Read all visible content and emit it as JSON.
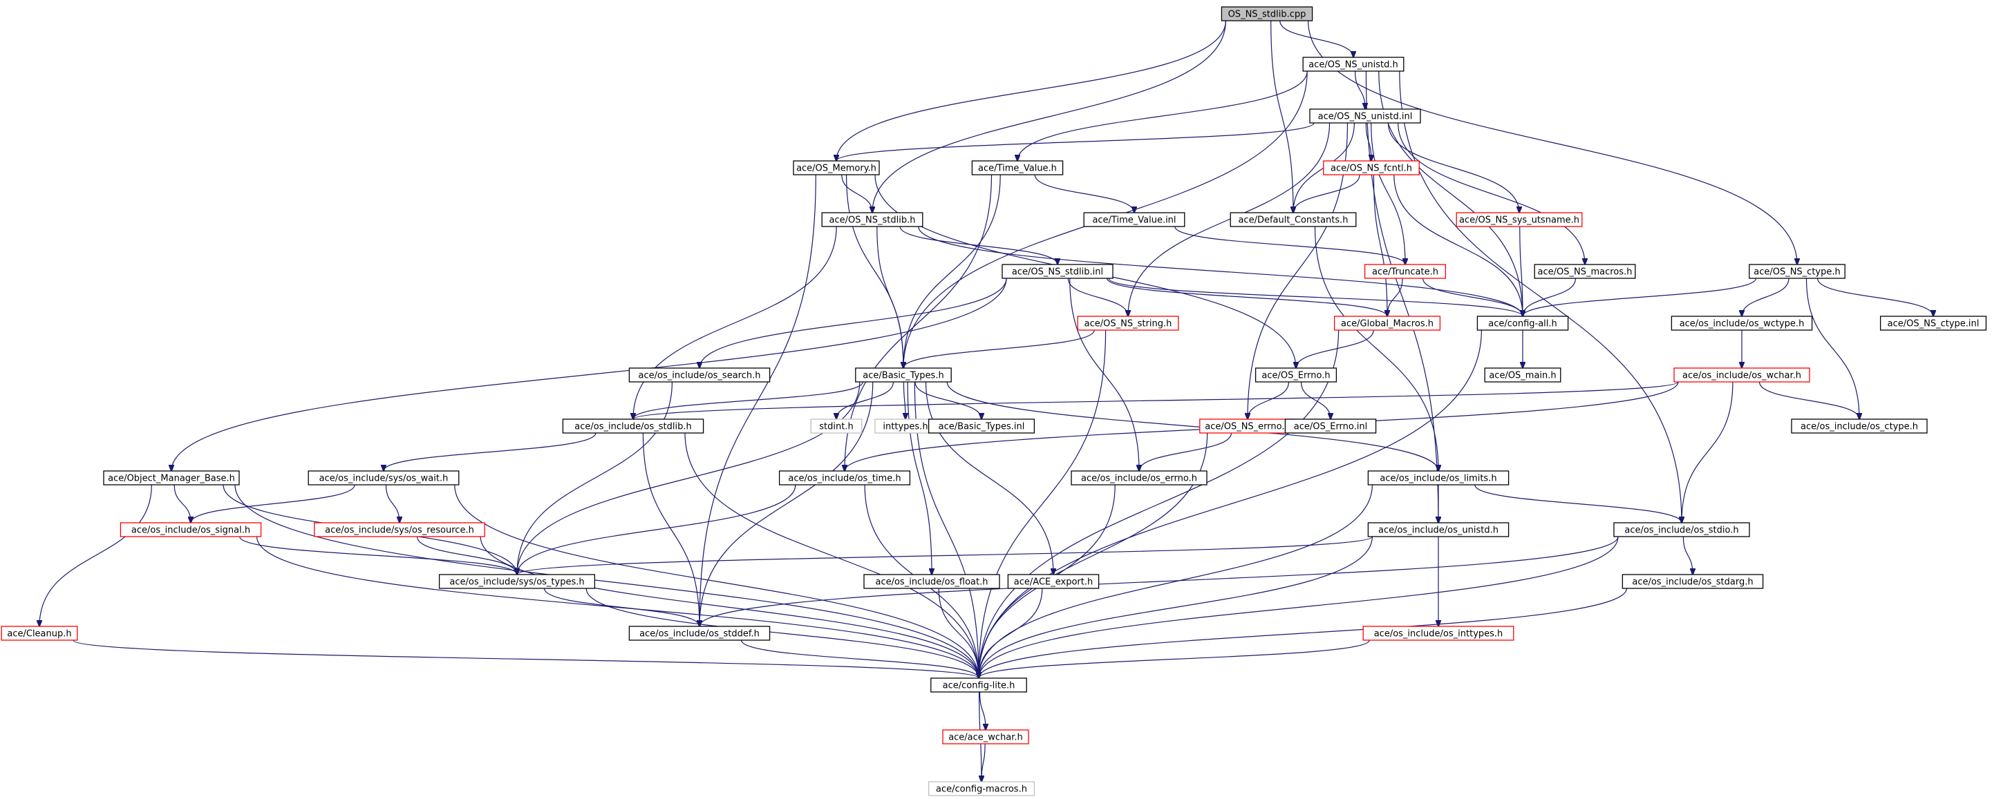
{
  "diagram": {
    "title": "",
    "nodes": [
      {
        "id": "os_ns_stdlib_cpp",
        "label": "OS_NS_stdlib.cpp",
        "style": "root"
      },
      {
        "id": "os_ns_unistd_h",
        "label": "ace/OS_NS_unistd.h",
        "style": "normal"
      },
      {
        "id": "os_ns_unistd_inl",
        "label": "ace/OS_NS_unistd.inl",
        "style": "normal"
      },
      {
        "id": "os_memory_h",
        "label": "ace/OS_Memory.h",
        "style": "normal"
      },
      {
        "id": "time_value_h",
        "label": "ace/Time_Value.h",
        "style": "normal"
      },
      {
        "id": "os_ns_fcntl_h",
        "label": "ace/OS_NS_fcntl.h",
        "style": "truncated"
      },
      {
        "id": "os_ns_stdlib_h",
        "label": "ace/OS_NS_stdlib.h",
        "style": "normal"
      },
      {
        "id": "time_value_inl",
        "label": "ace/Time_Value.inl",
        "style": "normal"
      },
      {
        "id": "default_constants_h",
        "label": "ace/Default_Constants.h",
        "style": "normal"
      },
      {
        "id": "os_ns_sys_utsname_h",
        "label": "ace/OS_NS_sys_utsname.h",
        "style": "truncated"
      },
      {
        "id": "os_ns_stdlib_inl",
        "label": "ace/OS_NS_stdlib.inl",
        "style": "normal"
      },
      {
        "id": "truncate_h",
        "label": "ace/Truncate.h",
        "style": "truncated"
      },
      {
        "id": "os_ns_macros_h",
        "label": "ace/OS_NS_macros.h",
        "style": "normal"
      },
      {
        "id": "os_ns_ctype_h",
        "label": "ace/OS_NS_ctype.h",
        "style": "normal"
      },
      {
        "id": "os_ns_string_h",
        "label": "ace/OS_NS_string.h",
        "style": "truncated"
      },
      {
        "id": "global_macros_h",
        "label": "ace/Global_Macros.h",
        "style": "truncated"
      },
      {
        "id": "config_all_h",
        "label": "ace/config-all.h",
        "style": "normal"
      },
      {
        "id": "os_include_os_wctype_h",
        "label": "ace/os_include/os_wctype.h",
        "style": "normal"
      },
      {
        "id": "os_ns_ctype_inl",
        "label": "ace/OS_NS_ctype.inl",
        "style": "normal"
      },
      {
        "id": "os_include_os_search_h",
        "label": "ace/os_include/os_search.h",
        "style": "normal"
      },
      {
        "id": "basic_types_h",
        "label": "ace/Basic_Types.h",
        "style": "normal"
      },
      {
        "id": "os_errno_h",
        "label": "ace/OS_Errno.h",
        "style": "normal"
      },
      {
        "id": "os_main_h",
        "label": "ace/OS_main.h",
        "style": "normal"
      },
      {
        "id": "os_include_os_wchar_h",
        "label": "ace/os_include/os_wchar.h",
        "style": "truncated"
      },
      {
        "id": "os_include_os_stdlib_h",
        "label": "ace/os_include/os_stdlib.h",
        "style": "normal"
      },
      {
        "id": "stdint_h",
        "label": "stdint.h",
        "style": "external"
      },
      {
        "id": "inttypes_h",
        "label": "inttypes.h",
        "style": "external"
      },
      {
        "id": "basic_types_inl",
        "label": "ace/Basic_Types.inl",
        "style": "normal"
      },
      {
        "id": "os_ns_errno_h",
        "label": "ace/OS_NS_errno.h",
        "style": "truncated"
      },
      {
        "id": "os_errno_inl",
        "label": "ace/OS_Errno.inl",
        "style": "normal"
      },
      {
        "id": "os_include_os_ctype_h",
        "label": "ace/os_include/os_ctype.h",
        "style": "normal"
      },
      {
        "id": "object_manager_base_h",
        "label": "ace/Object_Manager_Base.h",
        "style": "normal"
      },
      {
        "id": "os_include_sys_os_wait_h",
        "label": "ace/os_include/sys/os_wait.h",
        "style": "normal"
      },
      {
        "id": "os_include_os_time_h",
        "label": "ace/os_include/os_time.h",
        "style": "normal"
      },
      {
        "id": "os_include_os_errno_h",
        "label": "ace/os_include/os_errno.h",
        "style": "normal"
      },
      {
        "id": "os_include_os_limits_h",
        "label": "ace/os_include/os_limits.h",
        "style": "normal"
      },
      {
        "id": "os_include_os_signal_h",
        "label": "ace/os_include/os_signal.h",
        "style": "truncated"
      },
      {
        "id": "os_include_sys_os_resource_h",
        "label": "ace/os_include/sys/os_resource.h",
        "style": "truncated"
      },
      {
        "id": "os_include_os_unistd_h",
        "label": "ace/os_include/os_unistd.h",
        "style": "normal"
      },
      {
        "id": "os_include_os_stdio_h",
        "label": "ace/os_include/os_stdio.h",
        "style": "normal"
      },
      {
        "id": "os_include_sys_os_types_h",
        "label": "ace/os_include/sys/os_types.h",
        "style": "normal"
      },
      {
        "id": "os_include_os_float_h",
        "label": "ace/os_include/os_float.h",
        "style": "normal"
      },
      {
        "id": "ace_export_h",
        "label": "ace/ACE_export.h",
        "style": "normal"
      },
      {
        "id": "os_include_os_stdarg_h",
        "label": "ace/os_include/os_stdarg.h",
        "style": "normal"
      },
      {
        "id": "cleanup_h",
        "label": "ace/Cleanup.h",
        "style": "truncated"
      },
      {
        "id": "os_include_os_stddef_h",
        "label": "ace/os_include/os_stddef.h",
        "style": "normal"
      },
      {
        "id": "os_include_os_inttypes_h",
        "label": "ace/os_include/os_inttypes.h",
        "style": "truncated"
      },
      {
        "id": "config_lite_h",
        "label": "ace/config-lite.h",
        "style": "normal"
      },
      {
        "id": "ace_wchar_h",
        "label": "ace/ace_wchar.h",
        "style": "truncated"
      },
      {
        "id": "config_macros_h",
        "label": "ace/config-macros.h",
        "style": "external"
      }
    ],
    "edges": [
      [
        "os_ns_stdlib_cpp",
        "os_ns_unistd_h"
      ],
      [
        "os_ns_stdlib_cpp",
        "os_memory_h"
      ],
      [
        "os_ns_stdlib_cpp",
        "os_ns_stdlib_h"
      ],
      [
        "os_ns_stdlib_cpp",
        "default_constants_h"
      ],
      [
        "os_ns_stdlib_cpp",
        "os_ns_ctype_h"
      ],
      [
        "os_ns_unistd_h",
        "os_ns_unistd_inl"
      ],
      [
        "os_ns_unistd_h",
        "time_value_h"
      ],
      [
        "os_ns_unistd_h",
        "basic_types_h"
      ],
      [
        "os_ns_unistd_h",
        "config_all_h"
      ],
      [
        "os_ns_unistd_h",
        "os_include_os_unistd_h"
      ],
      [
        "os_ns_unistd_h",
        "os_include_os_stdio_h"
      ],
      [
        "os_ns_unistd_inl",
        "os_memory_h"
      ],
      [
        "os_ns_unistd_inl",
        "os_ns_fcntl_h"
      ],
      [
        "os_ns_unistd_inl",
        "default_constants_h"
      ],
      [
        "os_ns_unistd_inl",
        "os_ns_sys_utsname_h"
      ],
      [
        "os_ns_unistd_inl",
        "truncate_h"
      ],
      [
        "os_ns_unistd_inl",
        "os_ns_macros_h"
      ],
      [
        "os_ns_unistd_inl",
        "os_ns_string_h"
      ],
      [
        "os_ns_unistd_inl",
        "os_ns_errno_h"
      ],
      [
        "os_memory_h",
        "os_ns_stdlib_h"
      ],
      [
        "os_memory_h",
        "basic_types_h"
      ],
      [
        "os_memory_h",
        "os_errno_h"
      ],
      [
        "os_memory_h",
        "os_include_os_stddef_h"
      ],
      [
        "time_value_h",
        "time_value_inl"
      ],
      [
        "time_value_h",
        "basic_types_h"
      ],
      [
        "time_value_h",
        "os_include_os_time_h"
      ],
      [
        "os_ns_fcntl_h",
        "default_constants_h"
      ],
      [
        "os_ns_fcntl_h",
        "global_macros_h"
      ],
      [
        "os_ns_fcntl_h",
        "config_all_h"
      ],
      [
        "os_ns_stdlib_h",
        "os_ns_stdlib_inl"
      ],
      [
        "os_ns_stdlib_h",
        "basic_types_h"
      ],
      [
        "os_ns_stdlib_h",
        "os_include_os_stdlib_h"
      ],
      [
        "os_ns_stdlib_h",
        "config_all_h"
      ],
      [
        "time_value_inl",
        "truncate_h"
      ],
      [
        "default_constants_h",
        "os_include_os_limits_h"
      ],
      [
        "os_ns_sys_utsname_h",
        "config_all_h"
      ],
      [
        "os_ns_stdlib_inl",
        "os_ns_string_h"
      ],
      [
        "os_ns_stdlib_inl",
        "global_macros_h"
      ],
      [
        "os_ns_stdlib_inl",
        "config_all_h"
      ],
      [
        "os_ns_stdlib_inl",
        "os_include_os_search_h"
      ],
      [
        "os_ns_stdlib_inl",
        "object_manager_base_h"
      ],
      [
        "os_ns_stdlib_inl",
        "os_include_os_errno_h"
      ],
      [
        "truncate_h",
        "global_macros_h"
      ],
      [
        "truncate_h",
        "config_all_h"
      ],
      [
        "os_ns_macros_h",
        "config_all_h"
      ],
      [
        "os_ns_ctype_h",
        "config_all_h"
      ],
      [
        "os_ns_ctype_h",
        "os_include_os_wctype_h"
      ],
      [
        "os_ns_ctype_h",
        "os_ns_ctype_inl"
      ],
      [
        "os_ns_ctype_h",
        "os_include_os_ctype_h"
      ],
      [
        "os_ns_string_h",
        "basic_types_h"
      ],
      [
        "os_ns_string_h",
        "config_lite_h"
      ],
      [
        "global_macros_h",
        "os_errno_h"
      ],
      [
        "global_macros_h",
        "config_lite_h"
      ],
      [
        "config_all_h",
        "os_main_h"
      ],
      [
        "config_all_h",
        "config_lite_h"
      ],
      [
        "os_include_os_wctype_h",
        "os_include_os_wchar_h"
      ],
      [
        "os_include_os_search_h",
        "os_include_sys_os_types_h"
      ],
      [
        "basic_types_h",
        "os_include_os_stdlib_h"
      ],
      [
        "basic_types_h",
        "stdint_h"
      ],
      [
        "basic_types_h",
        "inttypes_h"
      ],
      [
        "basic_types_h",
        "basic_types_inl"
      ],
      [
        "basic_types_h",
        "os_include_os_limits_h"
      ],
      [
        "basic_types_h",
        "os_include_sys_os_types_h"
      ],
      [
        "basic_types_h",
        "os_include_os_float_h"
      ],
      [
        "basic_types_h",
        "ace_export_h"
      ],
      [
        "basic_types_h",
        "os_include_os_stddef_h"
      ],
      [
        "basic_types_h",
        "config_lite_h"
      ],
      [
        "os_errno_h",
        "os_errno_inl"
      ],
      [
        "os_errno_h",
        "os_ns_errno_h"
      ],
      [
        "os_include_os_wchar_h",
        "os_include_os_stdlib_h"
      ],
      [
        "os_include_os_wchar_h",
        "os_include_os_time_h"
      ],
      [
        "os_include_os_wchar_h",
        "os_include_os_ctype_h"
      ],
      [
        "os_include_os_wchar_h",
        "os_include_os_stdio_h"
      ],
      [
        "os_include_os_stdlib_h",
        "os_include_sys_os_wait_h"
      ],
      [
        "os_include_os_stdlib_h",
        "os_include_os_stddef_h"
      ],
      [
        "os_include_os_stdlib_h",
        "config_lite_h"
      ],
      [
        "os_ns_errno_h",
        "os_include_os_errno_h"
      ],
      [
        "os_ns_errno_h",
        "config_lite_h"
      ],
      [
        "object_manager_base_h",
        "os_include_os_signal_h"
      ],
      [
        "object_manager_base_h",
        "os_include_sys_os_types_h"
      ],
      [
        "object_manager_base_h",
        "cleanup_h"
      ],
      [
        "object_manager_base_h",
        "config_lite_h"
      ],
      [
        "os_include_sys_os_wait_h",
        "os_include_os_signal_h"
      ],
      [
        "os_include_sys_os_wait_h",
        "os_include_sys_os_resource_h"
      ],
      [
        "os_include_sys_os_wait_h",
        "config_lite_h"
      ],
      [
        "os_include_os_time_h",
        "os_include_sys_os_types_h"
      ],
      [
        "os_include_os_time_h",
        "config_lite_h"
      ],
      [
        "os_include_os_errno_h",
        "config_lite_h"
      ],
      [
        "os_include_os_limits_h",
        "os_include_os_unistd_h"
      ],
      [
        "os_include_os_limits_h",
        "os_include_os_stdio_h"
      ],
      [
        "os_include_os_limits_h",
        "config_lite_h"
      ],
      [
        "os_include_os_signal_h",
        "os_include_sys_os_types_h"
      ],
      [
        "os_include_os_signal_h",
        "config_lite_h"
      ],
      [
        "os_include_sys_os_resource_h",
        "os_include_sys_os_types_h"
      ],
      [
        "os_include_sys_os_resource_h",
        "config_lite_h"
      ],
      [
        "os_include_os_unistd_h",
        "os_include_sys_os_types_h"
      ],
      [
        "os_include_os_unistd_h",
        "os_include_os_inttypes_h"
      ],
      [
        "os_include_os_unistd_h",
        "config_lite_h"
      ],
      [
        "os_include_os_stdio_h",
        "os_include_os_stddef_h"
      ],
      [
        "os_include_os_stdio_h",
        "os_include_os_stdarg_h"
      ],
      [
        "os_include_os_stdio_h",
        "config_lite_h"
      ],
      [
        "os_include_sys_os_types_h",
        "os_include_os_stddef_h"
      ],
      [
        "os_include_sys_os_types_h",
        "config_lite_h"
      ],
      [
        "os_include_os_float_h",
        "config_lite_h"
      ],
      [
        "ace_export_h",
        "config_lite_h"
      ],
      [
        "os_include_os_stdarg_h",
        "config_lite_h"
      ],
      [
        "cleanup_h",
        "config_lite_h"
      ],
      [
        "os_include_os_stddef_h",
        "config_lite_h"
      ],
      [
        "os_include_os_inttypes_h",
        "config_lite_h"
      ],
      [
        "config_lite_h",
        "ace_wchar_h"
      ],
      [
        "config_lite_h",
        "config_macros_h"
      ],
      [
        "ace_wchar_h",
        "config_macros_h"
      ]
    ],
    "colors": {
      "edge": "#191970",
      "box_normal": "#000000",
      "box_truncated": "#ff0000",
      "box_external": "#bfbfbf",
      "root_fill": "#bfbfbf",
      "text": "#000000"
    }
  }
}
